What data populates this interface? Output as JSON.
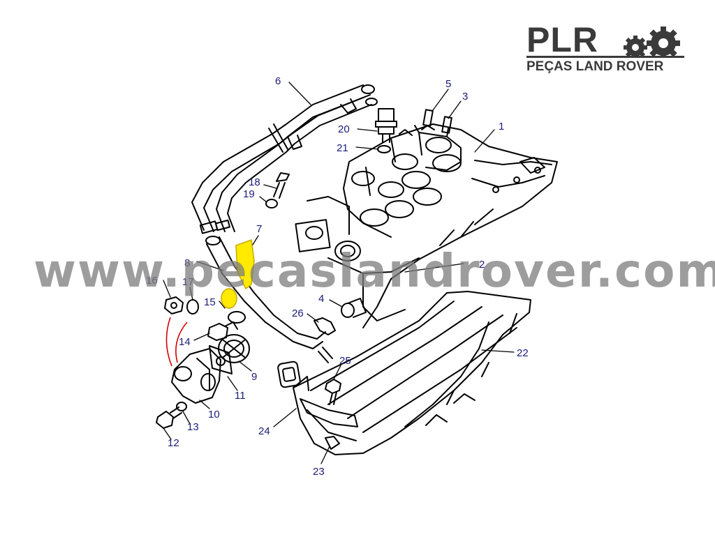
{
  "logo": {
    "main": "PLR",
    "sub": "PEÇAS LAND ROVER",
    "gear_icon": "gear-icon"
  },
  "watermark": "www.pecaslandrover.com",
  "colors": {
    "line": "#000000",
    "label": "#1b1b7a",
    "highlight": "#ffea00",
    "highlight_stroke": "#c9a800",
    "callout": "#d40000",
    "logo": "#3a3a3a"
  },
  "callouts": [
    {
      "id": "1",
      "label": "1"
    },
    {
      "id": "2",
      "label": "2"
    },
    {
      "id": "3",
      "label": "3"
    },
    {
      "id": "4",
      "label": "4"
    },
    {
      "id": "5",
      "label": "5"
    },
    {
      "id": "6",
      "label": "6"
    },
    {
      "id": "7",
      "label": "7"
    },
    {
      "id": "8",
      "label": "8"
    },
    {
      "id": "9",
      "label": "9"
    },
    {
      "id": "10",
      "label": "10"
    },
    {
      "id": "11",
      "label": "11"
    },
    {
      "id": "12",
      "label": "12"
    },
    {
      "id": "13",
      "label": "13"
    },
    {
      "id": "14",
      "label": "14"
    },
    {
      "id": "15",
      "label": "15"
    },
    {
      "id": "16",
      "label": "16"
    },
    {
      "id": "17",
      "label": "17"
    },
    {
      "id": "18",
      "label": "18"
    },
    {
      "id": "19",
      "label": "19"
    },
    {
      "id": "20",
      "label": "20"
    },
    {
      "id": "21",
      "label": "21"
    },
    {
      "id": "22",
      "label": "22"
    },
    {
      "id": "23",
      "label": "23"
    },
    {
      "id": "24",
      "label": "24"
    },
    {
      "id": "25",
      "label": "25"
    },
    {
      "id": "26",
      "label": "26"
    }
  ]
}
